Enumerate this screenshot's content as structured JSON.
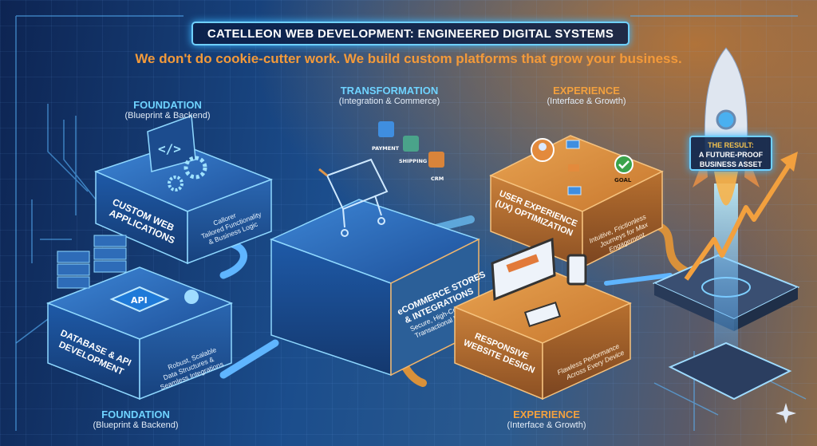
{
  "header": {
    "title": "CATELLEON WEB DEVELOPMENT: ENGINEERED DIGITAL SYSTEMS",
    "subtitle": "We don't do cookie-cutter work. We build custom platforms that grow your business."
  },
  "sections": {
    "foundation": {
      "heading": "FOUNDATION",
      "sub": "(Blueprint & Backend)"
    },
    "transformation": {
      "heading": "TRANSFORMATION",
      "sub": "(Integration & Commerce)"
    },
    "experience": {
      "heading": "EXPERIENCE",
      "sub": "(Interface & Growth)"
    }
  },
  "blocks": {
    "custom_web": {
      "title1": "CUSTOM WEB",
      "title2": "APPLICATIONS",
      "desc1": "Callorer",
      "desc2": "Tailored Functionality",
      "desc3": "& Business Logic"
    },
    "database": {
      "title1": "DATABASE & API",
      "title2": "DEVELOPMENT",
      "desc1": "Robust, Scalable",
      "desc2": "Data Structures &",
      "desc3": "Seamless Integrations",
      "chip": "API"
    },
    "ecommerce": {
      "title1": "eCOMMERCE STORES",
      "title2": "& INTEGRATIONS",
      "desc1": "Secure, High-Converting",
      "desc2": "Transactional Platforms",
      "tags": [
        "PAYMENT",
        "SHIPPING",
        "CRM"
      ]
    },
    "ux": {
      "title1": "USER EXPERIENCE",
      "title2": "(UX) OPTIMIZATION",
      "desc1": "Intuitive, Frictionless",
      "desc2": "Journeys for Max",
      "desc3": "Engagement",
      "goal": "GOAL"
    },
    "responsive": {
      "title1": "RESPONSIVE",
      "title2": "WEBSITE DESIGN",
      "desc1": "Flawless Performance",
      "desc2": "Across Every Device"
    }
  },
  "result": {
    "line1": "THE RESULT:",
    "line2": "A FUTURE-PROOF",
    "line3": "BUSINESS ASSET"
  },
  "colors": {
    "blue_accent": "#6fd3ff",
    "orange_accent": "#f2a03e",
    "background": "#1b4d8c"
  }
}
